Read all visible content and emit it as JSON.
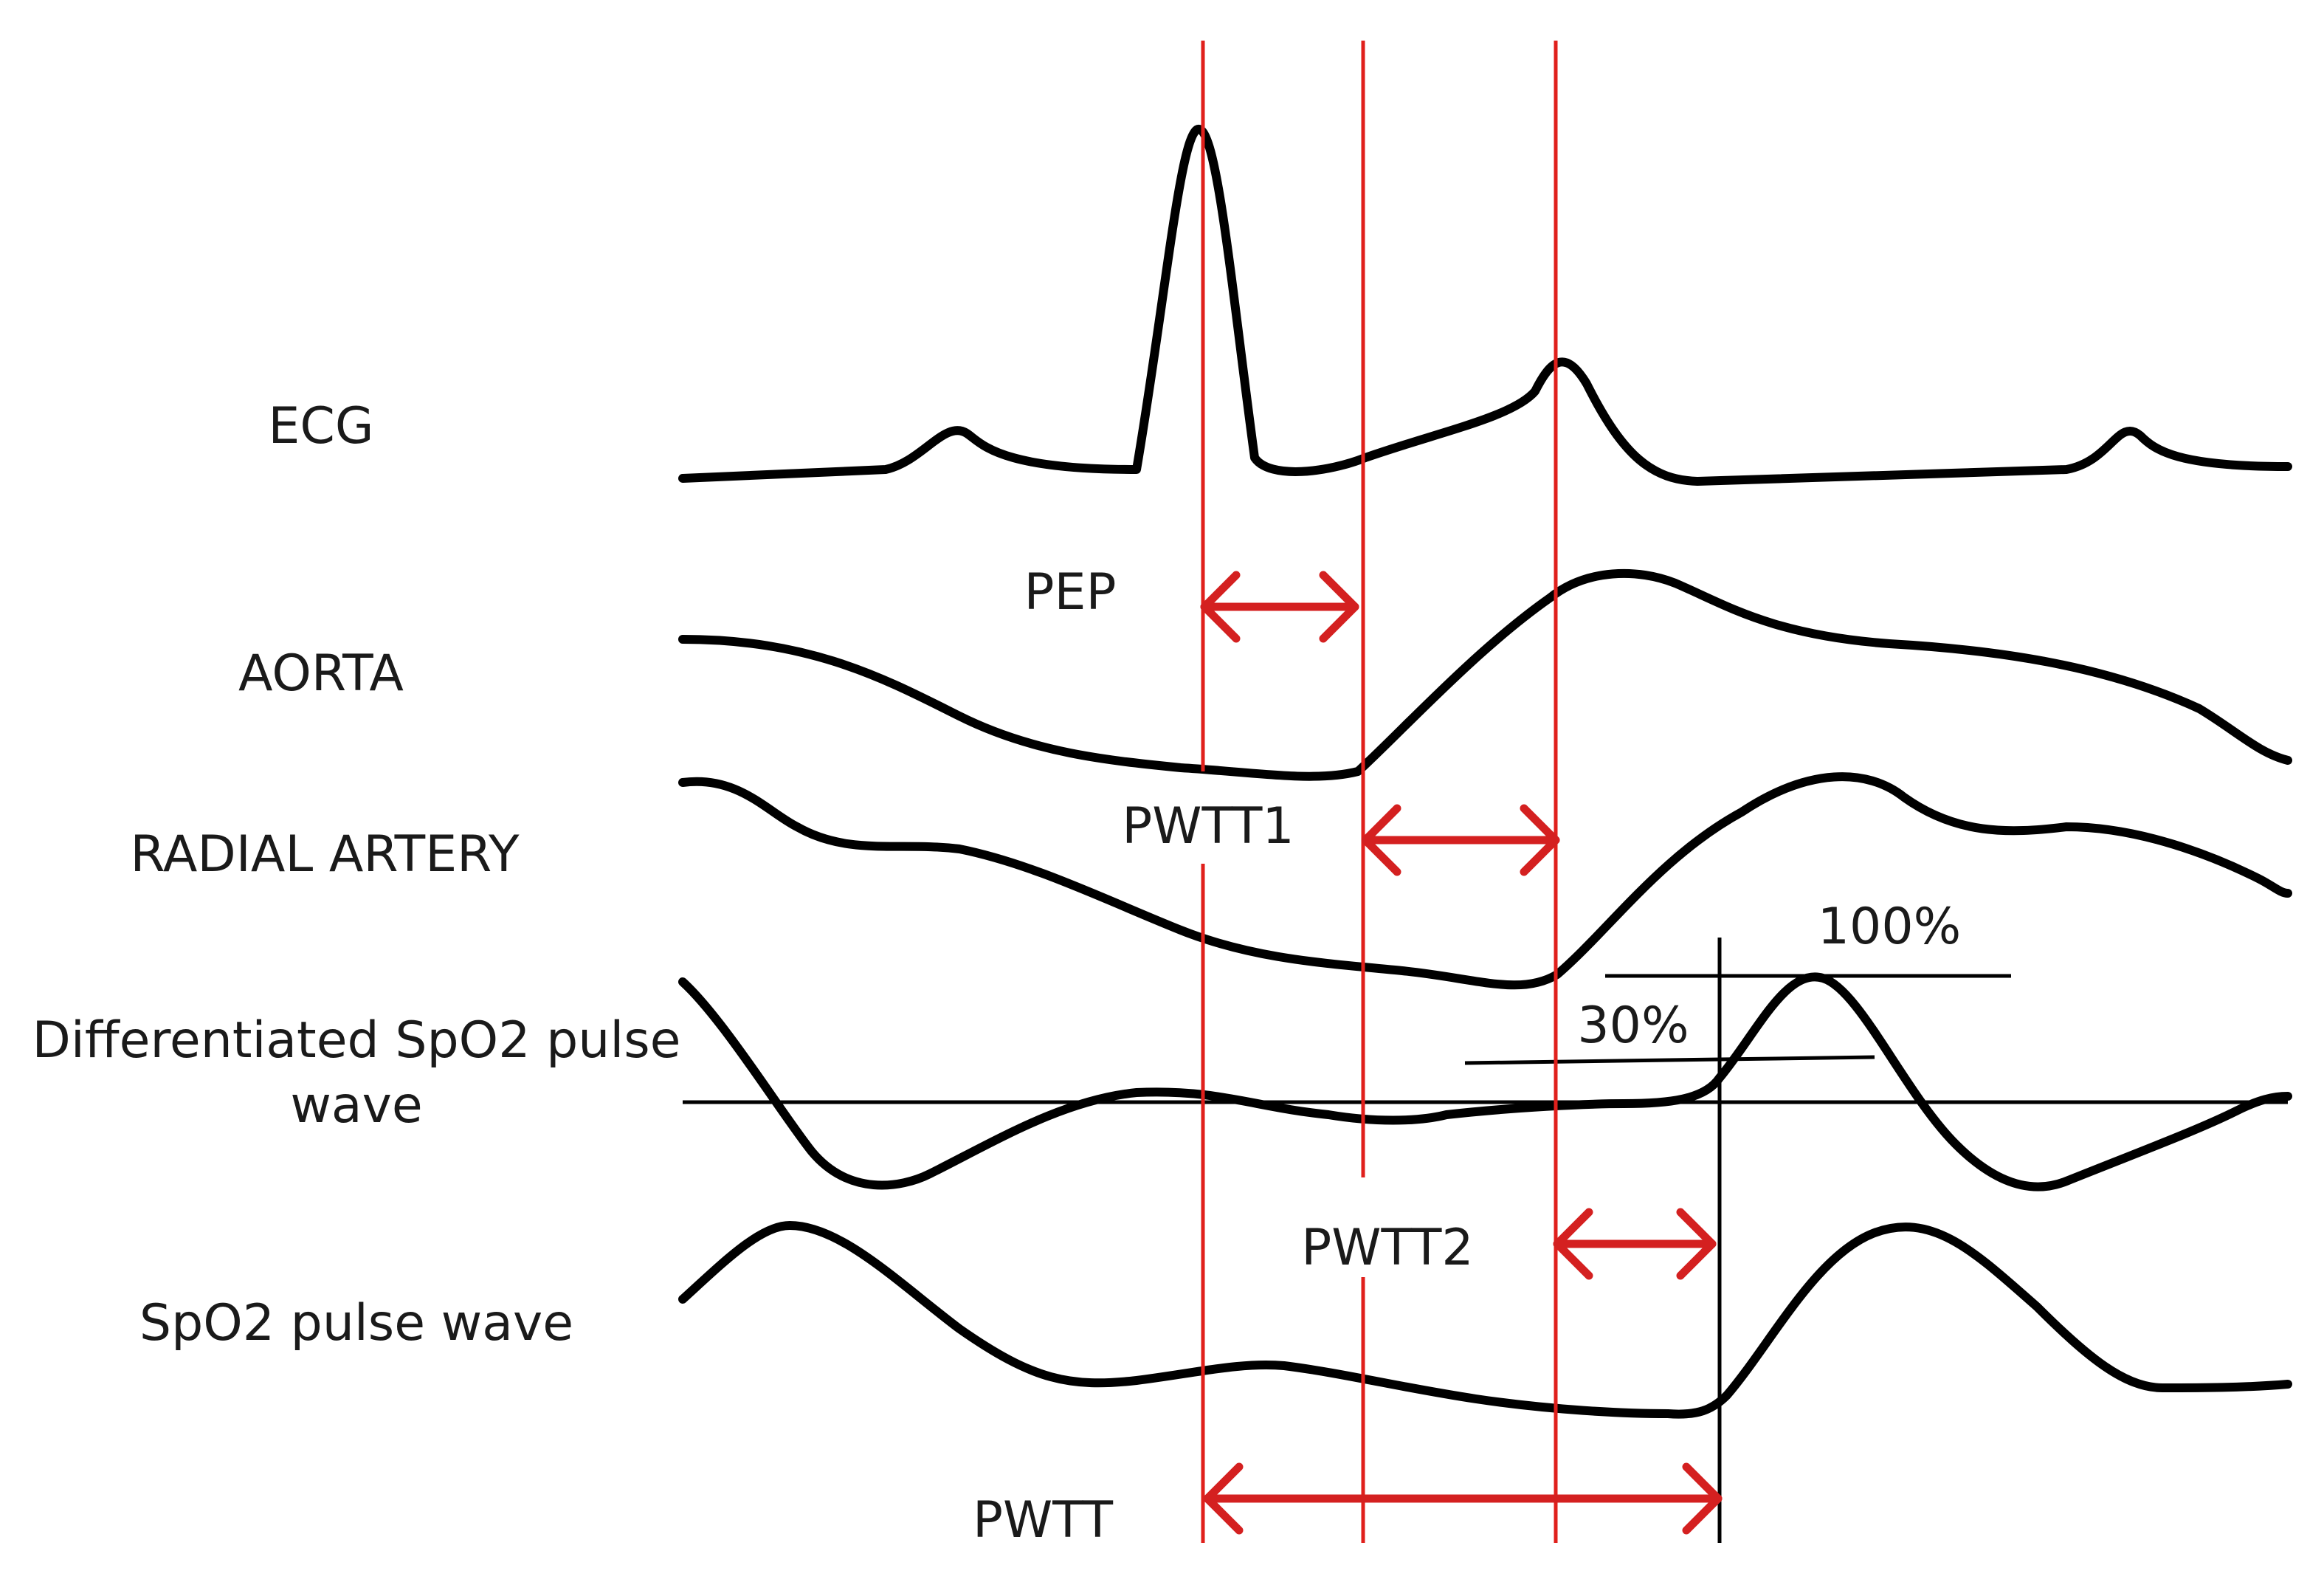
{
  "labels": {
    "ecg": "ECG",
    "aorta": "AORTA",
    "radial": "RADIAL ARTERY",
    "diff_line1": "Differentiated SpO2 pulse",
    "diff_line2": "wave",
    "spo2": "SpO2 pulse wave"
  },
  "intervals": {
    "pep": "PEP",
    "pwtt1": "PWTT1",
    "pwtt2": "PWTT2",
    "pwtt": "PWTT"
  },
  "thresholds": {
    "high": "100%",
    "low": "30%"
  },
  "colors": {
    "waveform": "#000000",
    "marker": "#e0201c",
    "arrow": "#d42020"
  }
}
